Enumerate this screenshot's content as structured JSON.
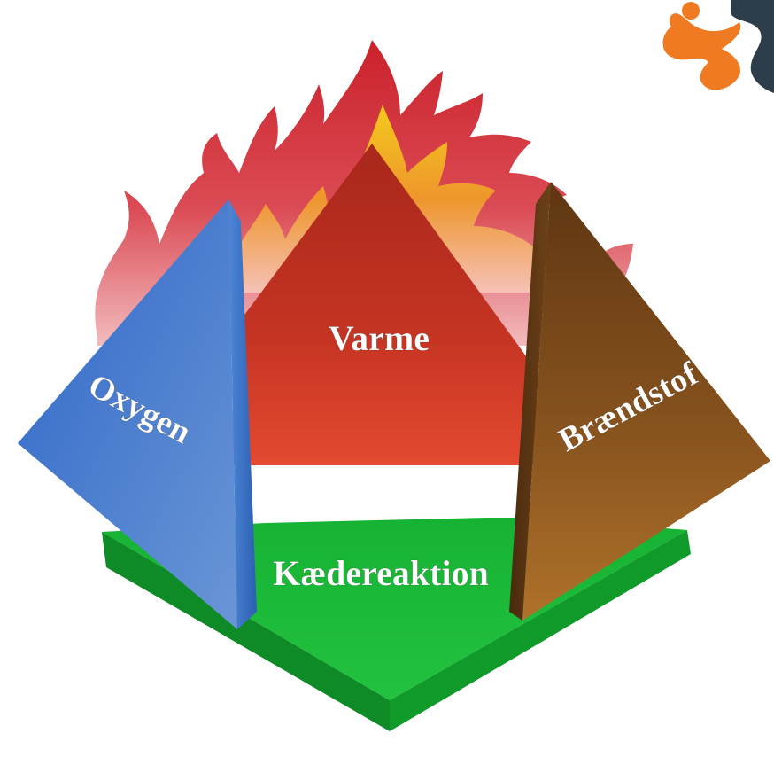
{
  "labels": {
    "heat": "Varme",
    "oxygen": "Oxygen",
    "fuel": "Brændstof",
    "chain": "Kædereaktion"
  },
  "colors": {
    "heat_top": "#b52a1c",
    "heat_bottom": "#e2472e",
    "oxygen": "#3b74c9",
    "fuel": "#7a4a1e",
    "chain": "#17b534",
    "flame_outer": "#d42e3a",
    "flame_inner": "#f0b21c",
    "logo_orange": "#f07a22",
    "logo_dark": "#2d3e4a"
  }
}
